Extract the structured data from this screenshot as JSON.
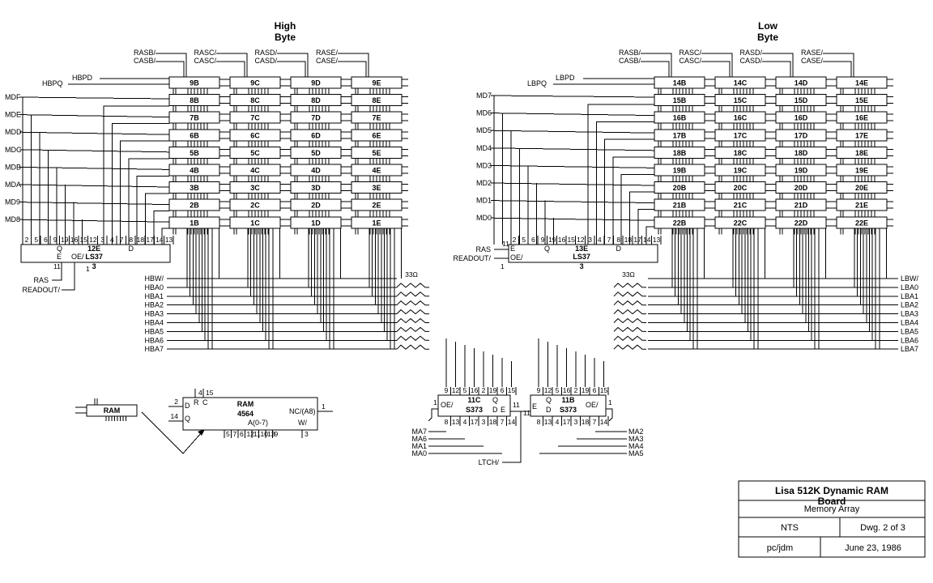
{
  "title_block": {
    "title": "Lisa 512K Dynamic RAM",
    "title_overflow": "Board",
    "subtitle": "Memory Array",
    "scale": "NTS",
    "drawing": "Dwg. 2 of 3",
    "author": "pc/jdm",
    "date": "June 23, 1986"
  },
  "high_byte": {
    "header": [
      "High",
      "Byte"
    ],
    "parity_in": "HBPD",
    "parity_out": "HBPQ",
    "ras_cas": [
      {
        "ras": "RASB/",
        "cas": "CASB/"
      },
      {
        "ras": "RASC/",
        "cas": "CASC/"
      },
      {
        "ras": "RASD/",
        "cas": "CASD/"
      },
      {
        "ras": "RASE/",
        "cas": "CASE/"
      }
    ],
    "data_lines": [
      "MDF",
      "MDE",
      "MDD",
      "MDC",
      "MDB",
      "MDA",
      "MD9",
      "MD8"
    ],
    "rows": [
      [
        "9B",
        "9C",
        "9D",
        "9E"
      ],
      [
        "8B",
        "8C",
        "8D",
        "8E"
      ],
      [
        "7B",
        "7C",
        "7D",
        "7E"
      ],
      [
        "6B",
        "6C",
        "6D",
        "6E"
      ],
      [
        "5B",
        "5C",
        "5D",
        "5E"
      ],
      [
        "4B",
        "4C",
        "4D",
        "4E"
      ],
      [
        "3B",
        "3C",
        "3D",
        "3E"
      ],
      [
        "2B",
        "2C",
        "2D",
        "2E"
      ],
      [
        "1B",
        "1C",
        "1D",
        "1E"
      ]
    ],
    "latch": {
      "ref": "12E",
      "part": "LS37",
      "sheet": "3",
      "pins": [
        "2",
        "5",
        "6",
        "9",
        "19",
        "16",
        "15",
        "12",
        "3",
        "4",
        "7",
        "8",
        "18",
        "17",
        "14",
        "13"
      ],
      "q_label": "Q",
      "d_label": "D",
      "e_label": "E",
      "oe_label": "OE/",
      "e_pin": "11",
      "oe_pin": "1",
      "ras": "RAS",
      "readout": "READOUT/"
    },
    "address_lines": [
      "HBW/",
      "HBA0",
      "HBA1",
      "HBA2",
      "HBA3",
      "HBA4",
      "HBA5",
      "HBA6",
      "HBA7"
    ],
    "resistor": "33Ω"
  },
  "low_byte": {
    "header": [
      "Low",
      "Byte"
    ],
    "parity_in": "LBPD",
    "parity_out": "LBPQ",
    "ras_cas": [
      {
        "ras": "RASB/",
        "cas": "CASB/"
      },
      {
        "ras": "RASC/",
        "cas": "CASC/"
      },
      {
        "ras": "RASD/",
        "cas": "CASD/"
      },
      {
        "ras": "RASE/",
        "cas": "CASE/"
      }
    ],
    "data_lines": [
      "MD7",
      "MD6",
      "MD5",
      "MD4",
      "MD3",
      "MD2",
      "MD1",
      "MD0"
    ],
    "rows": [
      [
        "14B",
        "14C",
        "14D",
        "14E"
      ],
      [
        "15B",
        "15C",
        "15D",
        "15E"
      ],
      [
        "16B",
        "16C",
        "16D",
        "16E"
      ],
      [
        "17B",
        "17C",
        "17D",
        "17E"
      ],
      [
        "18B",
        "18C",
        "18D",
        "18E"
      ],
      [
        "19B",
        "19C",
        "19D",
        "19E"
      ],
      [
        "20B",
        "20C",
        "20D",
        "20E"
      ],
      [
        "21B",
        "21C",
        "21D",
        "21E"
      ],
      [
        "22B",
        "22C",
        "22D",
        "22E"
      ]
    ],
    "latch": {
      "ref": "13E",
      "part": "LS37",
      "sheet": "3",
      "pins": [
        "2",
        "5",
        "6",
        "9",
        "19",
        "16",
        "15",
        "12",
        "3",
        "4",
        "7",
        "8",
        "18",
        "17",
        "14",
        "13"
      ],
      "q_label": "Q",
      "d_label": "D",
      "e_label": "E",
      "oe_label": "OE/",
      "e_pin": "11",
      "oe_pin": "1",
      "ras": "RAS",
      "readout": "READOUT/"
    },
    "address_lines": [
      "LBW/",
      "LBA0",
      "LBA1",
      "LBA2",
      "LBA3",
      "LBA4",
      "LBA5",
      "LBA6",
      "LBA7"
    ],
    "resistor": "33Ω"
  },
  "addr_latch_left": {
    "ref": "11C",
    "part": "S373",
    "top_pins": [
      "9",
      "12",
      "5",
      "16",
      "2",
      "19",
      "6",
      "15"
    ],
    "bottom_pins": [
      "8",
      "13",
      "4",
      "17",
      "3",
      "18",
      "7",
      "14"
    ],
    "oe_label": "OE/",
    "oe_pin": "1",
    "q_label": "Q",
    "d_label": "D",
    "e_label": "E",
    "e_pin": "11",
    "inputs": [
      "MA7",
      "MA6",
      "MA1",
      "MA0"
    ]
  },
  "addr_latch_right": {
    "ref": "11B",
    "part": "S373",
    "top_pins": [
      "9",
      "12",
      "5",
      "16",
      "2",
      "19",
      "6",
      "15"
    ],
    "bottom_pins": [
      "8",
      "13",
      "4",
      "17",
      "3",
      "18",
      "7",
      "14"
    ],
    "oe_label": "OE/",
    "oe_pin": "1",
    "q_label": "Q",
    "d_label": "D",
    "e_label": "E",
    "e_pin": "11",
    "inputs": [
      "MA2",
      "MA3",
      "MA4",
      "MA5"
    ]
  },
  "latch_signal": "LTCH/",
  "legend": {
    "small_label": "RAM",
    "chip_title": "RAM",
    "chip_part": "4564",
    "d_pin": "2",
    "q_pin": "14",
    "d_label": "D",
    "q_label": "Q",
    "r_label": "R",
    "c_label": "C",
    "r_pin": "4",
    "c_pin": "15",
    "addr_label": "A(0-7)",
    "nc_label": "NC/(A8)",
    "w_label": "W/",
    "nc_pin": "1",
    "w_pin": "3",
    "addr_pins": [
      "5",
      "7",
      "6",
      "12",
      "11",
      "10",
      "13",
      "9"
    ]
  }
}
